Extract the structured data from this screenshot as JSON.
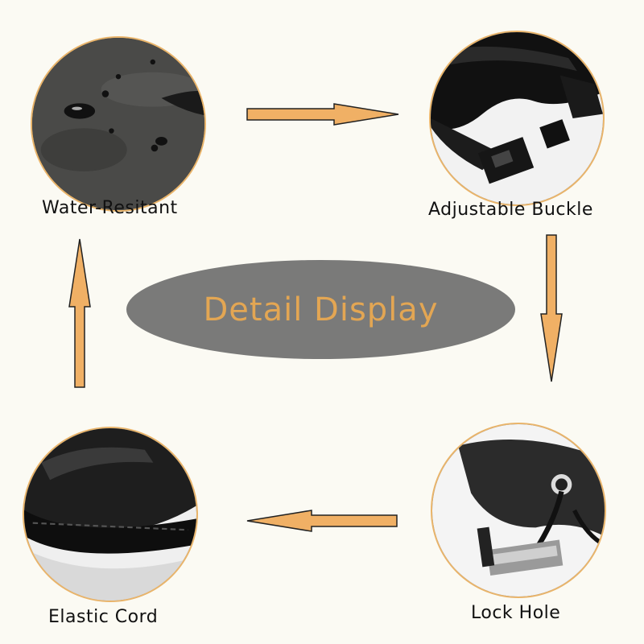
{
  "center": {
    "title": "Detail Display"
  },
  "features": {
    "top_left": {
      "label": "Water-Resitant"
    },
    "top_right": {
      "label": "Adjustable Buckle"
    },
    "bottom_right": {
      "label": "Lock Hole"
    },
    "bottom_left": {
      "label": "Elastic Cord"
    }
  },
  "colors": {
    "accent": "#e3a653",
    "ellipse": "#7a7a79",
    "background": "#fbfaf3",
    "label_text": "#111111"
  },
  "icons": [
    "water-drops-image",
    "buckle-image",
    "lock-hole-image",
    "elastic-cord-image",
    "arrow-right",
    "arrow-down",
    "arrow-left",
    "arrow-up"
  ]
}
